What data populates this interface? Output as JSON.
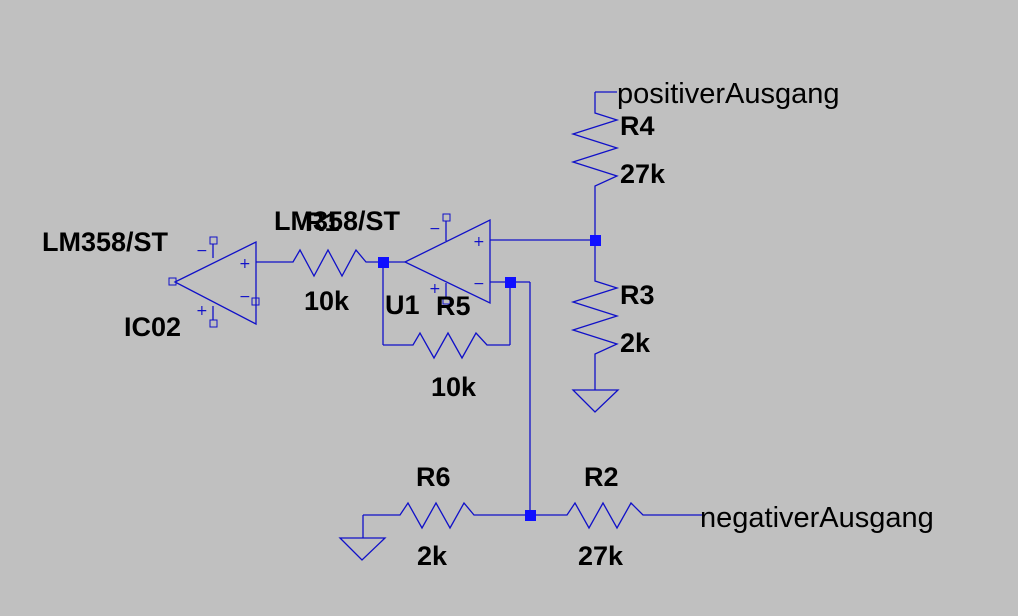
{
  "components": {
    "ic02": {
      "model": "LM358/ST",
      "ref": "IC02"
    },
    "u1": {
      "model": "LM358/ST",
      "ref": "U1"
    },
    "r1": {
      "ref": "R1",
      "value": "10k"
    },
    "r2": {
      "ref": "R2",
      "value": "27k"
    },
    "r3": {
      "ref": "R3",
      "value": "2k"
    },
    "r4": {
      "ref": "R4",
      "value": "27k"
    },
    "r5": {
      "ref": "R5",
      "value": "10k"
    },
    "r6": {
      "ref": "R6",
      "value": "2k"
    }
  },
  "nets": {
    "positive_output": "positiverAusgang",
    "negative_output": "negativerAusgang"
  },
  "pin_symbols": {
    "plus": "+",
    "minus": "−"
  },
  "colors": {
    "background": "#c0c0c0",
    "wire": "#1010c8",
    "junction": "#1010ff",
    "text": "#000000"
  }
}
